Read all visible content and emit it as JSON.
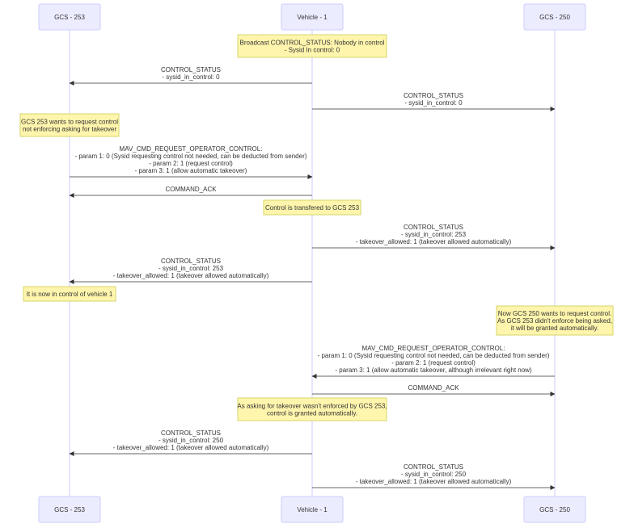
{
  "actors": [
    {
      "id": "gcs253",
      "label": "GCS - 253"
    },
    {
      "id": "vehicle1",
      "label": "Vehicle - 1"
    },
    {
      "id": "gcs250",
      "label": "GCS - 250"
    }
  ],
  "events": [
    {
      "kind": "note",
      "over": "vehicle1",
      "lines": [
        "Broadcast CONTROL_STATUS: Nobody in control",
        "- Sysid In control: 0"
      ]
    },
    {
      "kind": "message",
      "from": "vehicle1",
      "to": "gcs253",
      "lines": [
        "CONTROL_STATUS",
        "- sysid_in_control: 0"
      ]
    },
    {
      "kind": "message",
      "from": "vehicle1",
      "to": "gcs250",
      "lines": [
        "CONTROL_STATUS",
        "- sysid_in_control: 0"
      ]
    },
    {
      "kind": "note",
      "over": "gcs253",
      "lines": [
        "GCS 253 wants to request control",
        "not enforcing asking for takeover"
      ]
    },
    {
      "kind": "message",
      "from": "gcs253",
      "to": "vehicle1",
      "lines": [
        "MAV_CMD_REQUEST_OPERATOR_CONTROL:",
        "- param 1: 0 (Sysid requesting control not needed, can be deducted from sender)",
        "- param 2: 1 (request control)",
        "- param 3: 1 (allow automatic takeover)"
      ]
    },
    {
      "kind": "message",
      "from": "vehicle1",
      "to": "gcs253",
      "lines": [
        "COMMAND_ACK"
      ]
    },
    {
      "kind": "note",
      "over": "vehicle1",
      "lines": [
        "Control is transfered to GCS 253"
      ]
    },
    {
      "kind": "message",
      "from": "vehicle1",
      "to": "gcs250",
      "lines": [
        "CONTROL_STATUS",
        "- sysid_in_control: 253",
        "- takeover_allowed: 1 (takeover allowed automatically)"
      ]
    },
    {
      "kind": "message",
      "from": "vehicle1",
      "to": "gcs253",
      "lines": [
        "CONTROL_STATUS",
        "- sysid_in_control: 253",
        "- takeover_allowed: 1 (takeover allowed automatically)"
      ]
    },
    {
      "kind": "note",
      "over": "gcs253",
      "lines": [
        "It is now in control of vehicle 1"
      ]
    },
    {
      "kind": "note",
      "over": "gcs250",
      "lines": [
        "Now GCS 250 wants to request control.",
        "As GCS 253 didn't enforce being asked,",
        "it will be granted automatically."
      ]
    },
    {
      "kind": "message",
      "from": "gcs250",
      "to": "vehicle1",
      "lines": [
        "MAV_CMD_REQUEST_OPERATOR_CONTROL:",
        "- param 1: 0 (Sysid requesting control not needed, can be deducted from sender)",
        "- param 2: 1 (request control)",
        "- param 3: 1 (allow automatic takeover, although irrelevant right now)"
      ]
    },
    {
      "kind": "message",
      "from": "vehicle1",
      "to": "gcs250",
      "lines": [
        "COMMAND_ACK"
      ]
    },
    {
      "kind": "note",
      "over": "vehicle1",
      "lines": [
        "As asking for takeover wasn't enforced by GCS 253,",
        "control is granted automatically."
      ]
    },
    {
      "kind": "message",
      "from": "vehicle1",
      "to": "gcs253",
      "lines": [
        "CONTROL_STATUS",
        "- sysid_in_control: 250",
        "- takeover_allowed: 1 (takeover allowed automatically)"
      ]
    },
    {
      "kind": "message",
      "from": "vehicle1",
      "to": "gcs250",
      "lines": [
        "CONTROL_STATUS",
        "- sysid_in_control: 250",
        "- takeover_allowed: 1 (takeover allowed automatically)"
      ]
    }
  ]
}
